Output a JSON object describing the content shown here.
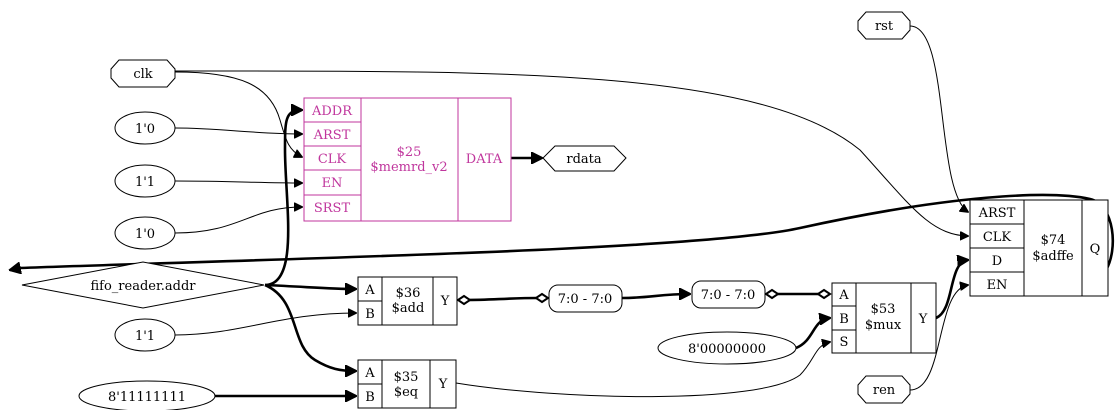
{
  "nodes": {
    "clk": "clk",
    "rst": "rst",
    "ren": "ren",
    "const_arst": "1'0",
    "const_en": "1'1",
    "const_srst": "1'0",
    "const_add_b": "1'1",
    "const_mux_a": "8'00000000",
    "const_eq_b": "8'11111111",
    "fifo_addr": "fifo_reader.addr",
    "rdata": "rdata",
    "slice1": "7:0 - 7:0",
    "slice2": "7:0 - 7:0"
  },
  "cells": {
    "memrd": {
      "id": "$25",
      "type": "$memrd_v2",
      "ports_in": [
        "ADDR",
        "ARST",
        "CLK",
        "EN",
        "SRST"
      ],
      "port_out": "DATA"
    },
    "add": {
      "id": "$36",
      "type": "$add",
      "ports_in": [
        "A",
        "B"
      ],
      "port_out": "Y"
    },
    "eq": {
      "id": "$35",
      "type": "$eq",
      "ports_in": [
        "A",
        "B"
      ],
      "port_out": "Y"
    },
    "mux": {
      "id": "$53",
      "type": "$mux",
      "ports_in": [
        "A",
        "B",
        "S"
      ],
      "port_out": "Y"
    },
    "ff": {
      "id": "$74",
      "type": "$adffe",
      "ports_in": [
        "ARST",
        "CLK",
        "D",
        "EN"
      ],
      "port_out": "Q"
    }
  },
  "colors": {
    "memory": "#c0369d",
    "wire": "#000000"
  }
}
